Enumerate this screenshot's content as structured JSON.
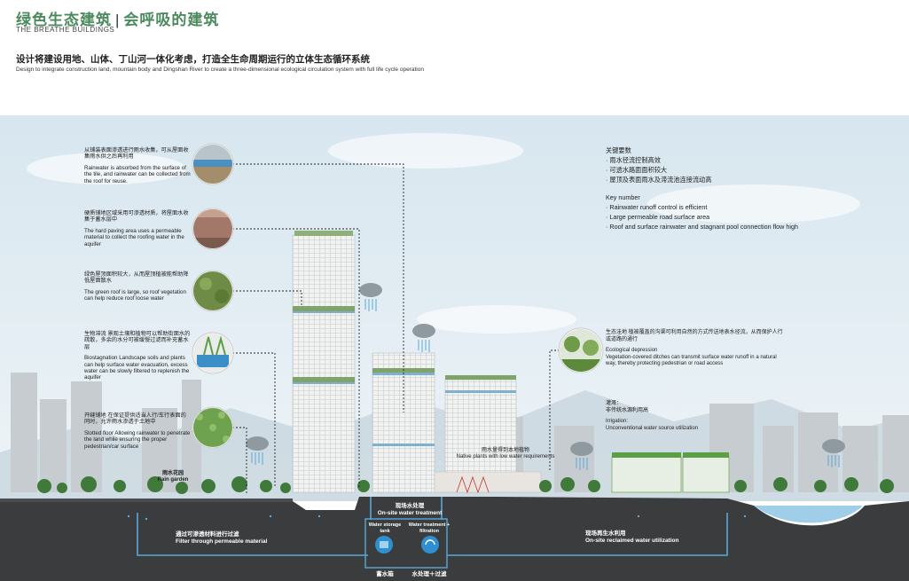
{
  "header": {
    "title_cn": "绿色生态建筑",
    "title_separator": "|",
    "title_cn_2": "会呼吸的建筑",
    "title_en": "THE BREATHE BUILDINGS",
    "heading_cn": "设计将建设用地、山体、丁山河一体化考虑，打造全生命周期运行的立体生态循环系统",
    "heading_en": "Design to integrate construction land, mountain body and Dingshan River to create a three-dimensional ecological circulation system with full life cycle operation"
  },
  "left_annotations": [
    {
      "cn": "从铺装表面渗透进行雨水收集，可从屋面收集雨水供之后再利用",
      "en": "Rainwater is absorbed from the surface of the tile, and rainwater can be collected from the roof for reuse."
    },
    {
      "cn": "硬质铺地区域采用可渗透材质，将屋面水收集于蓄水层中",
      "en": "The hard paving area uses a permeable material to collect the roofing water in the aquifer"
    },
    {
      "cn": "绿色屋顶面积较大，从而屋顶植被能帮助降低屋面散水",
      "en": "The green roof is large, so roof vegetation can help reduce roof loose water"
    },
    {
      "cn": "生物滞流 景观土壤和植物可以帮助街面水的疏散，多余的水分可被缓慢过滤而补充蓄水层",
      "en": "Biostagnation Landscape soils and plants can help surface water evacuation, excess water can be slowly filtered to replenish the aquifer"
    },
    {
      "cn": "开缝铺地 在保证提供适当人行/车行表面的同时，允许雨水渗透于土地中",
      "en": "Slotted floor Allowing rainwater to penetrate the land while ensuring the proper pedestrian/car surface"
    }
  ],
  "key_number": {
    "title_cn": "关键要数",
    "items_cn": [
      "· 雨水径流控制高效",
      "· 可透水路面面积较大",
      "· 屋顶及表面雨水及滞流池连接流动高"
    ],
    "title_en": "Key number",
    "items_en": [
      "· Rainwater runoff control is efficient",
      "· Large permeable road surface area",
      "· Roof and surface rainwater and stagnant pool connection flow high"
    ]
  },
  "eco_depression": {
    "cn": "生态洼地 植被覆盖的沟渠可利用自然的方式传送地表水径流，从而保护人行或道路的通行",
    "title_en": "Ecological depression",
    "en": "Vegetation-covered ditches can transmit surface water runoff in a natural way, thereby protecting pedestrian or road access"
  },
  "irrigation": {
    "cn_title": "灌溉：",
    "cn": "非传统水源利用高",
    "title_en": "Irrigation:",
    "en": "Unconventional water source utilization"
  },
  "labels": {
    "rain_garden_cn": "雨水花园",
    "rain_garden_en": "Rain garden",
    "native_plants_cn": "雨水量得到本地植物",
    "native_plants_en": "Native plants with low water requirements",
    "onsite_treatment_cn": "现场水处理",
    "onsite_treatment_en": "On-site water treatment",
    "filter_cn": "通过可渗透材料进行过滤",
    "filter_en": "Filter through permeable material",
    "reclaimed_cn": "现场再生水利用",
    "reclaimed_en": "On-site reclaimed water utilization",
    "storage_en": "Water storage tank",
    "treatment_en": "Water treatment + filtration",
    "storage_cn": "蓄水箱",
    "treatment_cn": "水处理＋过滤"
  },
  "colors": {
    "title_green": "#4b8a5e",
    "sky": "#dceaf2",
    "ground": "#3a3c3e",
    "water_line": "#5aa8d8",
    "river": "#9fcfe8"
  }
}
